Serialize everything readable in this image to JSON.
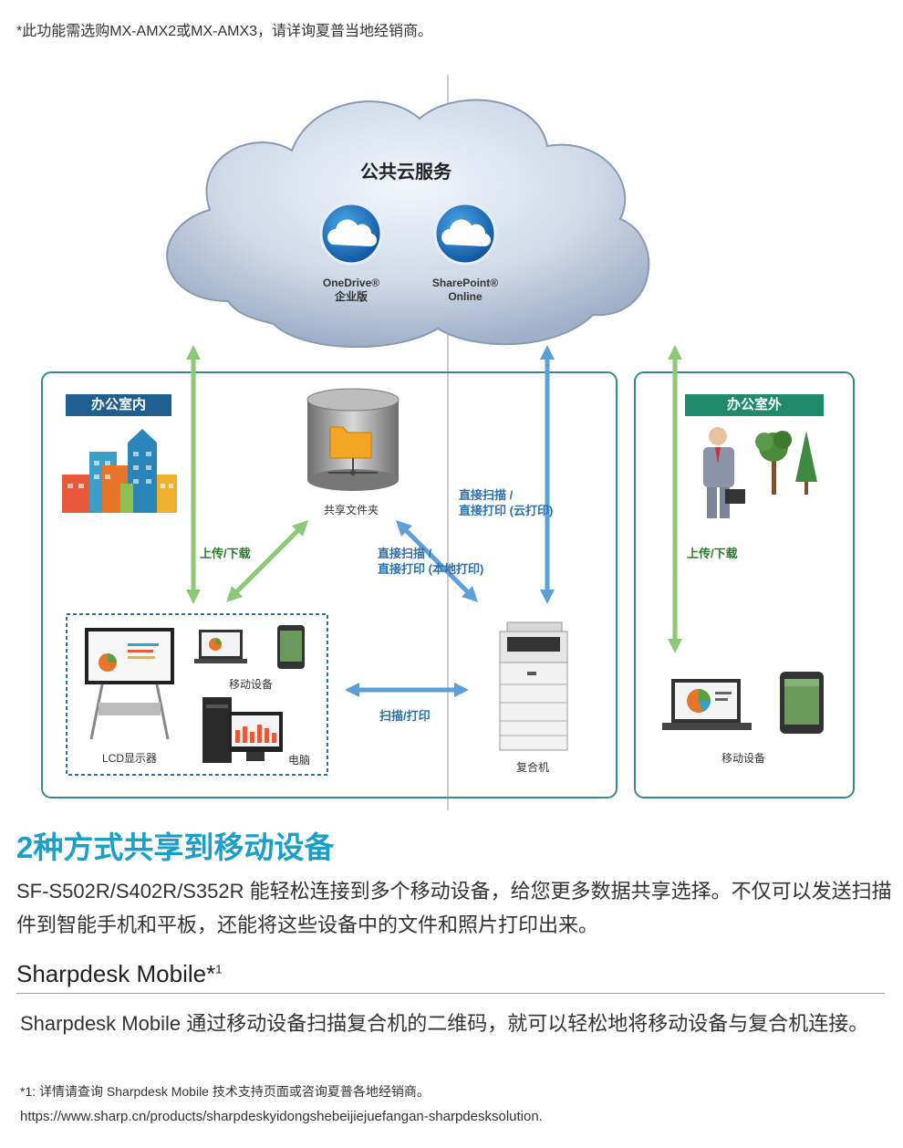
{
  "top_note": "*此功能需选购MX-AMX2或MX-AMX3，请详询夏普当地经销商。",
  "cloud": {
    "title": "公共云服务",
    "onedrive_line1": "OneDrive®",
    "onedrive_line2": "企业版",
    "sharepoint_line1": "SharePoint®",
    "sharepoint_line2": "Online"
  },
  "panels": {
    "inside_tag": "办公室内",
    "outside_tag": "办公室外"
  },
  "labels": {
    "shared_folder": "共享文件夹",
    "upload_download_left": "上传/下载",
    "upload_download_right": "上传/下载",
    "direct_cloud_line1": "直接扫描 /",
    "direct_cloud_line2": "直接打印 (云打印)",
    "direct_local_line1": "直接扫描 /",
    "direct_local_line2": "直接打印 (本地打印)",
    "scan_print": "扫描/打印",
    "mobile_inside": "移动设备",
    "lcd": "LCD显示器",
    "pc": "电脑",
    "mfp": "复合机",
    "mobile_outside": "移动设备"
  },
  "colors": {
    "green_arrow": "#8cc878",
    "blue_arrow": "#5ba0d8",
    "panel_border": "#3a8a8a",
    "inside_tag_bg": "#1e5f8f",
    "outside_tag_bg": "#1e8a6a",
    "heading": "#1aa0c8"
  },
  "content": {
    "heading": "2种方式共享到移动设备",
    "paragraph": "SF-S502R/S402R/S352R 能轻松连接到多个移动设备，给您更多数据共享选择。不仅可以发送扫描件到智能手机和平板，还能将这些设备中的文件和照片打印出来。",
    "subheading": "Sharpdesk Mobile*",
    "subheading_sup": "1",
    "paragraph2": "Sharpdesk Mobile 通过移动设备扫描复合机的二维码，就可以轻松地将移动设备与复合机连接。",
    "footnote": "*1: 详情请查询 Sharpdesk Mobile 技术支持页面或咨询夏普各地经销商。",
    "url": "https://www.sharp.cn/products/sharpdeskyidongshebeijiejuefangan-sharpdesksolution."
  }
}
